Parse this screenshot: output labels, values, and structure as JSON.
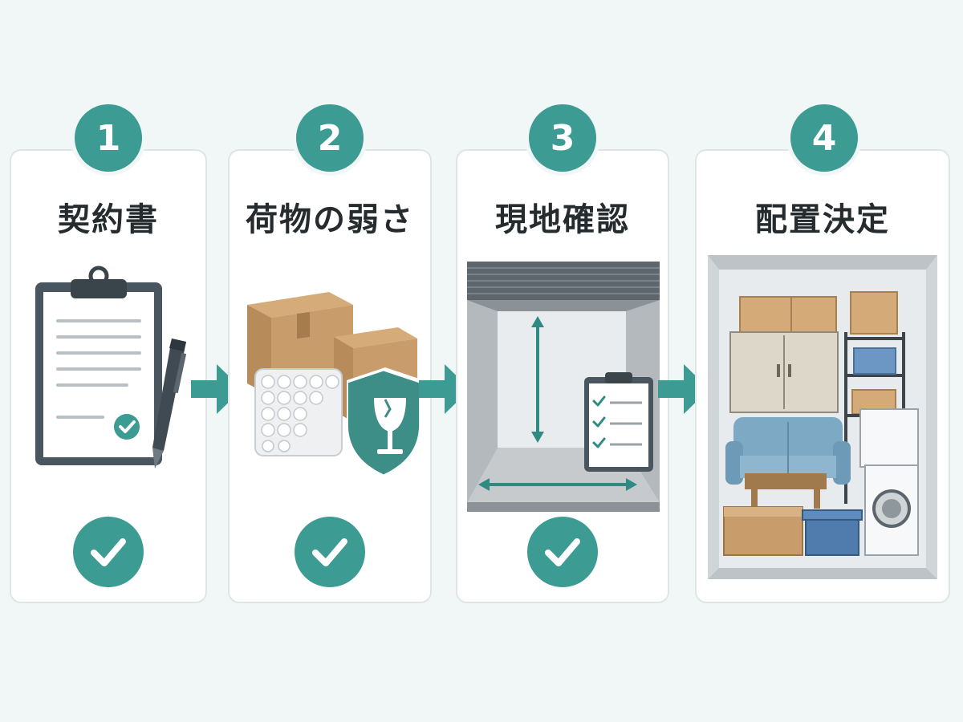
{
  "steps": [
    {
      "number": "1",
      "title": "契約書",
      "completed": true
    },
    {
      "number": "2",
      "title": "荷物の弱さ",
      "completed": true
    },
    {
      "number": "3",
      "title": "現地確認",
      "completed": true
    },
    {
      "number": "4",
      "title": "配置決定",
      "completed": false
    }
  ],
  "colors": {
    "accent": "#3c9b93",
    "background": "#f1f7f6",
    "card": "#ffffff",
    "text": "#262b2e"
  },
  "icons": [
    "clipboard-icon",
    "pen-icon",
    "cardboard-box-icon",
    "bubble-wrap-icon",
    "fragile-shield-icon",
    "storage-unit-icon",
    "checklist-icon",
    "arrow-right-icon",
    "check-icon"
  ]
}
